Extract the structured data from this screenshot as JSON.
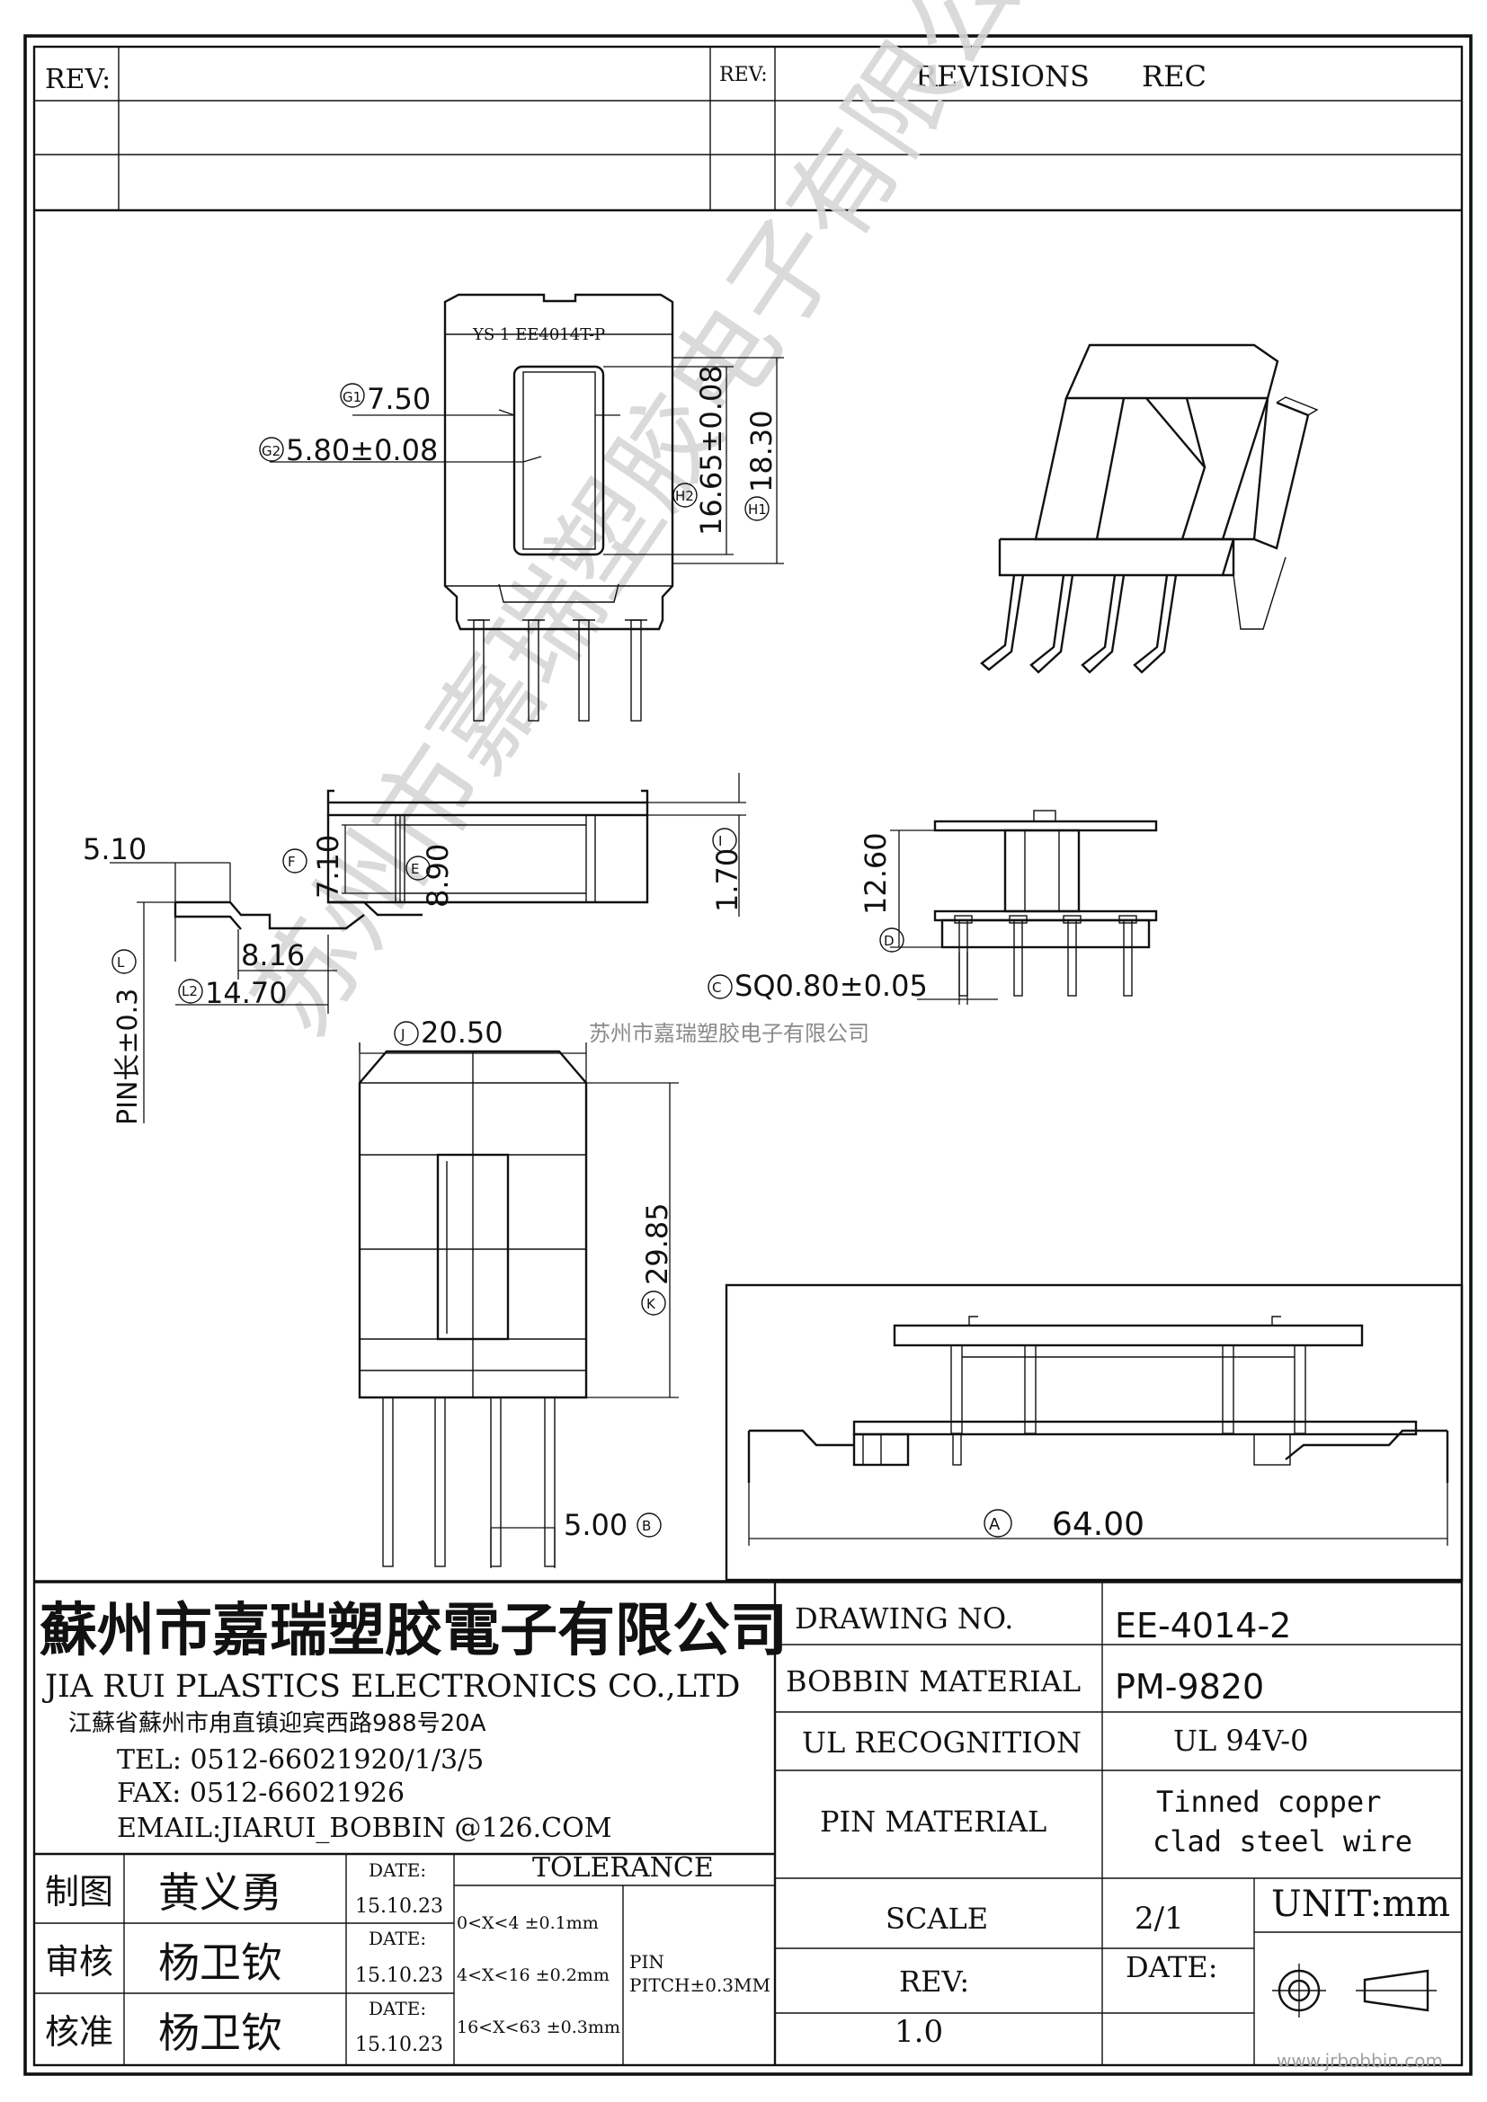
{
  "revision_block": {
    "rev_label_left": "REV:",
    "rev_label_right": "REV:",
    "revisions_label": "REVISIONS",
    "rec_label": "REC"
  },
  "part_marking": "YS 1 EE4014T-P",
  "dimensions": {
    "G1": "7.50",
    "G2": "5.80±0.08",
    "H2": "16.65±0.08",
    "H1": "18.30",
    "F": "7.10",
    "E": "8.90",
    "I": "1.70",
    "D": "12.60",
    "C": "SQ0.80±0.05",
    "pin_offset": "5.10",
    "L1": "8.16",
    "L2": "14.70",
    "pin_length": "PIN长±0.3",
    "J": "20.50",
    "K": "29.85",
    "B": "5.00",
    "A": "64.00"
  },
  "dim_keys": {
    "G1": "G1",
    "G2": "G2",
    "H2": "H2",
    "H1": "H1",
    "F": "F",
    "E": "E",
    "I": "I",
    "D": "D",
    "C": "C",
    "L": "L",
    "L2": "L2",
    "J": "J",
    "K": "K",
    "B": "B",
    "A": "A"
  },
  "watermark": {
    "company_cn": "苏州市嘉瑞塑胶电子有限公司",
    "diagonal_text": "苏州市嘉瑞塑胶电子有限公司",
    "site": "www.jrbobbin.com"
  },
  "company": {
    "name_cn": "蘇州市嘉瑞塑胶電子有限公司",
    "name_en": "JIA RUI PLASTICS ELECTRONICS CO.,LTD",
    "address": "江蘇省蘇州市甪直镇迎宾西路988号20A",
    "tel": "TEL: 0512-66021920/1/3/5",
    "fax": "FAX: 0512-66021926",
    "email": "EMAIL:JIARUI_BOBBIN @126.COM"
  },
  "title_block": {
    "drawing_no_label": "DRAWING  NO.",
    "drawing_no": "EE-4014-2",
    "bobbin_material_label": "BOBBIN  MATERIAL",
    "bobbin_material": "PM-9820",
    "ul_label": "UL RECOGNITION",
    "ul_value": "UL 94V-0",
    "pin_material_label": "PIN MATERIAL",
    "pin_material_line1": "Tinned copper",
    "pin_material_line2": "clad steel wire",
    "scale_label": "SCALE",
    "scale_value": "2/1",
    "unit": "UNIT:mm",
    "rev_label": "REV:",
    "rev_value": "1.0",
    "date_label": "DATE:"
  },
  "approvals": [
    {
      "role": "制图",
      "name": "黄义勇",
      "date_label": "DATE:",
      "date": "15.10.23"
    },
    {
      "role": "审核",
      "name": "杨卫钦",
      "date_label": "DATE:",
      "date": "15.10.23"
    },
    {
      "role": "核准",
      "name": "杨卫钦",
      "date_label": "DATE:",
      "date": "15.10.23"
    }
  ],
  "tolerance": {
    "label": "TOLERANCE",
    "rows": [
      "0<X<4  ±0.1mm",
      "4<X<16 ±0.2mm",
      "16<X<63 ±0.3mm"
    ],
    "pin_label": "PIN",
    "pin_pitch": "PITCH±0.3MM"
  }
}
